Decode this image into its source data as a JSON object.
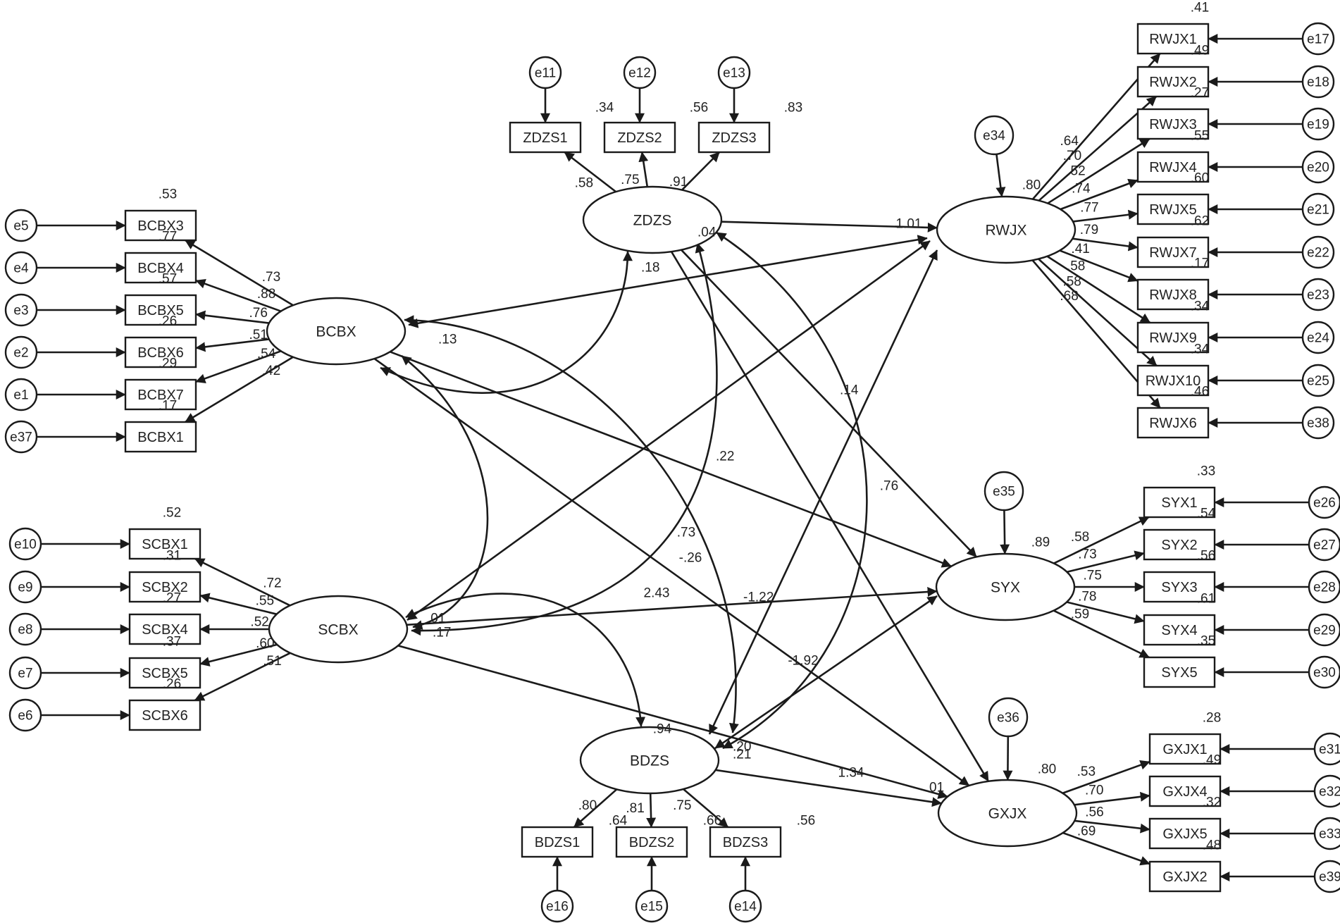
{
  "latents": [
    {
      "id": "ZDZS",
      "label": "ZDZS"
    },
    {
      "id": "BCBX",
      "label": "BCBX"
    },
    {
      "id": "SCBX",
      "label": "SCBX"
    },
    {
      "id": "BDZS",
      "label": "BDZS"
    },
    {
      "id": "RWJX",
      "label": "RWJX"
    },
    {
      "id": "SYX",
      "label": "SYX"
    },
    {
      "id": "GXJX",
      "label": "GXJX"
    }
  ],
  "observed": [
    {
      "id": "ZDZS1",
      "label": "ZDZS1",
      "r2": ".34",
      "loading": ".58",
      "error": "e11"
    },
    {
      "id": "ZDZS2",
      "label": "ZDZS2",
      "r2": ".56",
      "loading": ".75",
      "error": "e12"
    },
    {
      "id": "ZDZS3",
      "label": "ZDZS3",
      "r2": ".83",
      "loading": ".91",
      "error": "e13"
    },
    {
      "id": "BCBX3",
      "label": "BCBX3",
      "r2": ".53",
      "loading": ".73",
      "error": "e5"
    },
    {
      "id": "BCBX4",
      "label": "BCBX4",
      "r2": ".77",
      "loading": ".88",
      "error": "e4"
    },
    {
      "id": "BCBX5",
      "label": "BCBX5",
      "r2": ".57",
      "loading": ".76",
      "error": "e3"
    },
    {
      "id": "BCBX6",
      "label": "BCBX6",
      "r2": ".26",
      "loading": ".51",
      "error": "e2"
    },
    {
      "id": "BCBX7",
      "label": "BCBX7",
      "r2": ".29",
      "loading": ".54",
      "error": "e1"
    },
    {
      "id": "BCBX1",
      "label": "BCBX1",
      "r2": ".17",
      "loading": ".42",
      "error": "e37"
    },
    {
      "id": "SCBX1",
      "label": "SCBX1",
      "r2": ".52",
      "loading": ".72",
      "error": "e10"
    },
    {
      "id": "SCBX2",
      "label": "SCBX2",
      "r2": ".31",
      "loading": ".55",
      "error": "e9"
    },
    {
      "id": "SCBX4",
      "label": "SCBX4",
      "r2": ".27",
      "loading": ".52",
      "error": "e8"
    },
    {
      "id": "SCBX5",
      "label": "SCBX5",
      "r2": ".37",
      "loading": ".60",
      "error": "e7"
    },
    {
      "id": "SCBX6",
      "label": "SCBX6",
      "r2": ".26",
      "loading": ".51",
      "error": "e6"
    },
    {
      "id": "BDZS1",
      "label": "BDZS1",
      "r2": ".64",
      "loading": ".80",
      "error": "e16"
    },
    {
      "id": "BDZS2",
      "label": "BDZS2",
      "r2": ".66",
      "loading": ".81",
      "error": "e15"
    },
    {
      "id": "BDZS3",
      "label": "BDZS3",
      "r2": ".56",
      "loading": ".75",
      "error": "e14"
    },
    {
      "id": "RWJX1",
      "label": "RWJX1",
      "r2": ".41",
      "loading": ".64",
      "error": "e17"
    },
    {
      "id": "RWJX2",
      "label": "RWJX2",
      "r2": ".49",
      "loading": ".70",
      "error": "e18"
    },
    {
      "id": "RWJX3",
      "label": "RWJX3",
      "r2": ".27",
      "loading": ".52",
      "error": "e19"
    },
    {
      "id": "RWJX4",
      "label": "RWJX4",
      "r2": ".55",
      "loading": ".74",
      "error": "e20"
    },
    {
      "id": "RWJX5",
      "label": "RWJX5",
      "r2": ".60",
      "loading": ".77",
      "error": "e21"
    },
    {
      "id": "RWJX7",
      "label": "RWJX7",
      "r2": ".62",
      "loading": ".79",
      "error": "e22"
    },
    {
      "id": "RWJX8",
      "label": "RWJX8",
      "r2": ".17",
      "loading": ".41",
      "error": "e23"
    },
    {
      "id": "RWJX9",
      "label": "RWJX9",
      "r2": ".34",
      "loading": ".58",
      "error": "e24"
    },
    {
      "id": "RWJX10",
      "label": "RWJX10",
      "r2": ".34",
      "loading": ".58",
      "error": "e25"
    },
    {
      "id": "RWJX6",
      "label": "RWJX6",
      "r2": ".46",
      "loading": ".68",
      "error": "e38"
    },
    {
      "id": "SYX1",
      "label": "SYX1",
      "r2": ".33",
      "loading": ".58",
      "error": "e26"
    },
    {
      "id": "SYX2",
      "label": "SYX2",
      "r2": ".54",
      "loading": ".73",
      "error": "e27"
    },
    {
      "id": "SYX3",
      "label": "SYX3",
      "r2": ".56",
      "loading": ".75",
      "error": "e28"
    },
    {
      "id": "SYX4",
      "label": "SYX4",
      "r2": ".61",
      "loading": ".78",
      "error": "e29"
    },
    {
      "id": "SYX5",
      "label": "SYX5",
      "r2": ".35",
      "loading": ".59",
      "error": "e30"
    },
    {
      "id": "GXJX1",
      "label": "GXJX1",
      "r2": ".28",
      "loading": ".53",
      "error": "e31"
    },
    {
      "id": "GXJX4",
      "label": "GXJX4",
      "r2": ".49",
      "loading": ".70",
      "error": "e32"
    },
    {
      "id": "GXJX5",
      "label": "GXJX5",
      "r2": ".32",
      "loading": ".56",
      "error": "e33"
    },
    {
      "id": "GXJX2",
      "label": "GXJX2",
      "r2": ".48",
      "loading": ".69",
      "error": "e39"
    }
  ],
  "disturbances": [
    {
      "target": "RWJX",
      "label": "e34",
      "r2": ".80"
    },
    {
      "target": "SYX",
      "label": "e35",
      "r2": ".89"
    },
    {
      "target": "GXJX",
      "label": "e36",
      "r2": ".80"
    },
    {
      "target": "BDZS",
      "r2": ".94"
    }
  ],
  "paths": [
    {
      "from": "ZDZS",
      "to": "RWJX",
      "label": "1.01"
    },
    {
      "from": "ZDZS",
      "to": "SYX",
      "label": ".76"
    },
    {
      "from": "ZDZS",
      "to": "GXJX",
      "label": "-.26"
    },
    {
      "from": "BCBX",
      "to": "SYX",
      "label": ".73"
    },
    {
      "from": "BCBX",
      "to": "GXJX",
      "label": "-1.92"
    },
    {
      "from": "SCBX",
      "to": "SYX",
      "label": "2.43"
    },
    {
      "from": "SCBX",
      "to": "GXJX",
      "label": "1.34"
    },
    {
      "from": "BDZS",
      "to": "GXJX",
      "label": ".01"
    }
  ],
  "covariances": [
    {
      "a": "BCBX",
      "b": "RWJX",
      "label": ".04"
    },
    {
      "a": "BCBX",
      "b": "ZDZS",
      "label": ".18"
    },
    {
      "a": "BCBX",
      "b": "BDZS",
      "label": ".13"
    },
    {
      "a": "BCBX",
      "b": "SCBX",
      "label": ".01"
    },
    {
      "a": "ZDZS",
      "b": "SCBX",
      "label": ".22"
    },
    {
      "a": "ZDZS",
      "b": "BDZS",
      "label": ".14"
    },
    {
      "a": "SCBX",
      "b": "RWJX",
      "label": ".17"
    },
    {
      "a": "SCBX",
      "b": "BDZS",
      "label": ".20"
    },
    {
      "a": "BDZS",
      "b": "RWJX",
      "label": "-1.22"
    },
    {
      "a": "BDZS",
      "b": "SYX",
      "label": ".21"
    }
  ]
}
